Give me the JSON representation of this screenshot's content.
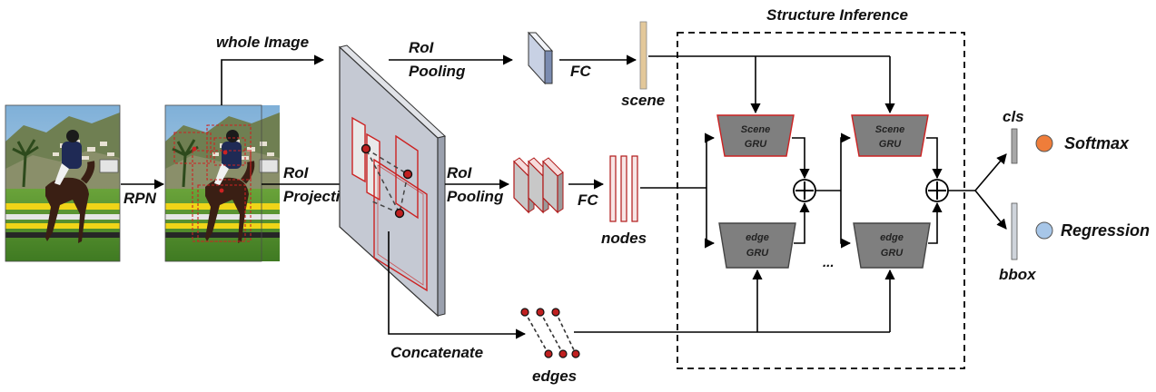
{
  "title": "Structure Inference",
  "labels": {
    "whole_image": "whole Image",
    "rpn": "RPN",
    "roi_projection_1": "RoI",
    "roi_projection_2": "Projection",
    "roi_pooling_top_1": "RoI",
    "roi_pooling_top_2": "Pooling",
    "roi_pooling_mid_1": "RoI",
    "roi_pooling_mid_2": "Pooling",
    "fc_top": "FC",
    "fc_mid": "FC",
    "scene": "scene",
    "nodes": "nodes",
    "edges": "edges",
    "concatenate": "Concatenate",
    "cls": "cls",
    "bbox": "bbox",
    "softmax": "Softmax",
    "regression": "Regression",
    "ellipsis": "..."
  },
  "gru": {
    "scene_line1": "Scene",
    "scene_line2": "GRU",
    "edge_line1": "edge",
    "edge_line2": "GRU"
  },
  "colors": {
    "proposal_red": "#cc2222",
    "gru_fill": "#7f7f7f",
    "feature_map": "#c5c9d3",
    "softmax_dot": "#ef7d3a",
    "regression_dot": "#a7c6e8"
  }
}
